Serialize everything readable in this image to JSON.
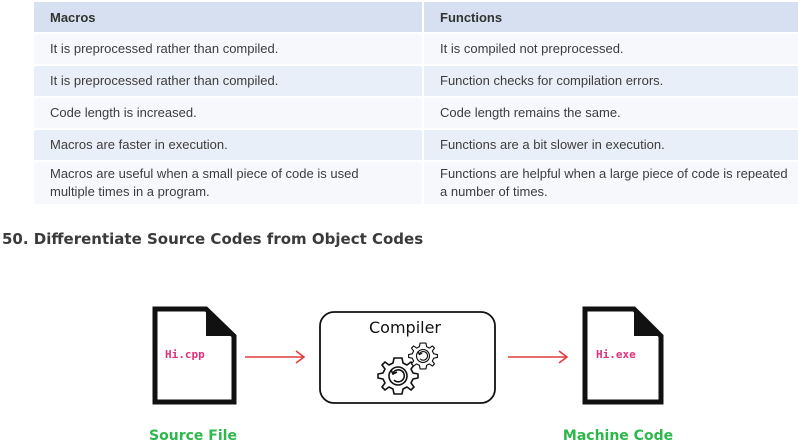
{
  "table": {
    "headers": [
      "Macros",
      "Functions"
    ],
    "rows": [
      [
        "It is preprocessed rather than compiled.",
        "It is compiled not preprocessed."
      ],
      [
        "It is preprocessed rather than compiled.",
        "Function checks for compilation errors."
      ],
      [
        "Code length is increased.",
        "Code length remains the same."
      ],
      [
        "Macros are faster in execution.",
        "Functions are a bit slower in execution."
      ],
      [
        "Macros are useful when a small piece of code is used multiple times in a program.",
        "Functions are helpful when a large piece of code is repeated a number of times."
      ]
    ]
  },
  "section": {
    "title": "50. Differentiate Source Codes from Object Codes"
  },
  "diagram": {
    "source_file_name": "Hi.cpp",
    "source_caption": "Source File",
    "compiler_label": "Compiler",
    "machine_file_name": "Hi.exe",
    "machine_caption": "Machine Code",
    "colors": {
      "file_name": "#e0307a",
      "arrow": "#e23b3b",
      "caption": "#2db84b"
    },
    "icons": [
      "document-icon",
      "gears-icon",
      "arrow-right-icon"
    ]
  }
}
